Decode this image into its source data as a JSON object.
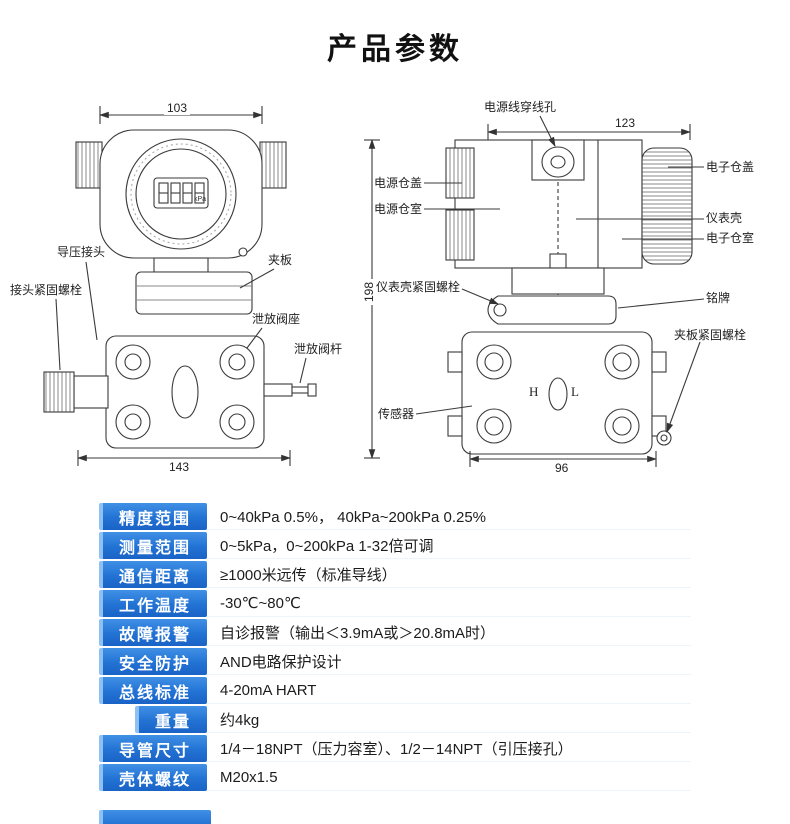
{
  "page_title": "产品参数",
  "diagram": {
    "dims": {
      "left_top": "103",
      "left_bottom": "143",
      "right_top": "123",
      "right_bottom": "96",
      "right_height": "198"
    },
    "left_labels": [
      "导压接头",
      "接头紧固螺栓",
      "夹板",
      "泄放阀座",
      "泄放阀杆"
    ],
    "right_labels": [
      "电源线穿线孔",
      "电源仓盖",
      "电源仓室",
      "仪表壳紧固螺栓",
      "传感器",
      "电子仓盖",
      "仪表壳",
      "电子仓室",
      "铭牌",
      "夹板紧固螺栓"
    ],
    "port_h": "H",
    "port_l": "L",
    "lcd_unit": "kPa"
  },
  "table": {
    "rows": [
      {
        "label": "精度范围",
        "value": "0~40kPa 0.5%， 40kPa~200kPa 0.25%"
      },
      {
        "label": "测量范围",
        "value": "0~5kPa，0~200kPa  1-32倍可调"
      },
      {
        "label": "通信距离",
        "value": "≥1000米远传（标准导线）"
      },
      {
        "label": "工作温度",
        "value": "-30℃~80℃"
      },
      {
        "label": "故障报警",
        "value": "自诊报警（输出＜3.9mA或＞20.8mA时）"
      },
      {
        "label": "安全防护",
        "value": "AND电路保护设计"
      },
      {
        "label": "总线标准",
        "value": "4-20mA HART"
      },
      {
        "label": "重量",
        "value": "约4kg"
      },
      {
        "label": "导管尺寸",
        "value": "1/4－18NPT（压力容室）、1/2－14NPT（引压接孔）"
      },
      {
        "label": "壳体螺纹",
        "value": "M20x1.5"
      }
    ]
  }
}
